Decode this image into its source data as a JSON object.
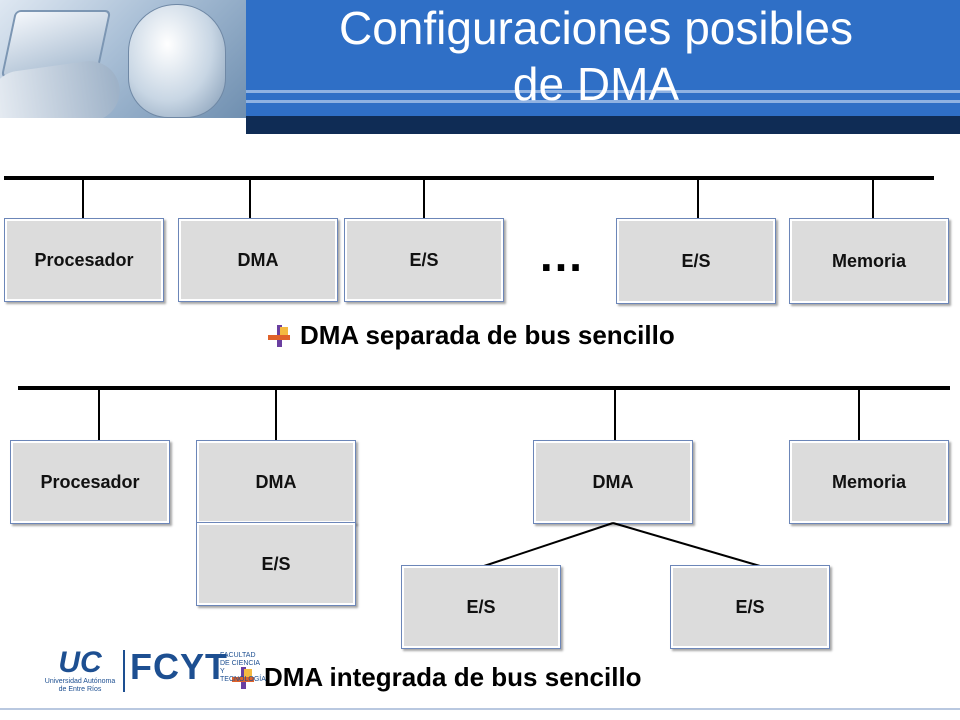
{
  "title": "Configuraciones posibles\nde DMA",
  "diagram1": {
    "boxes": [
      "Procesador",
      "DMA",
      "E/S",
      "E/S",
      "Memoria"
    ],
    "ellipsis": "…",
    "caption": "DMA separada de bus sencillo"
  },
  "diagram2": {
    "boxes": [
      "Procesador",
      "DMA",
      "E/S",
      "DMA",
      "E/S",
      "E/S",
      "Memoria"
    ],
    "caption": "DMA integrada de bus sencillo"
  },
  "logos": {
    "uader_mark": "UC",
    "uader_text": "Universidad Autónoma de Entre Ríos",
    "fcyt": "FCYT",
    "fcyt_sub": "FACULTAD DE CIENCIA Y TECNOLOGÍA"
  },
  "colors": {
    "header_blue": "#2f6fc6",
    "header_dark": "#0f2c55",
    "box_fill": "#dcdcdc",
    "box_border": "#6c86b8"
  }
}
